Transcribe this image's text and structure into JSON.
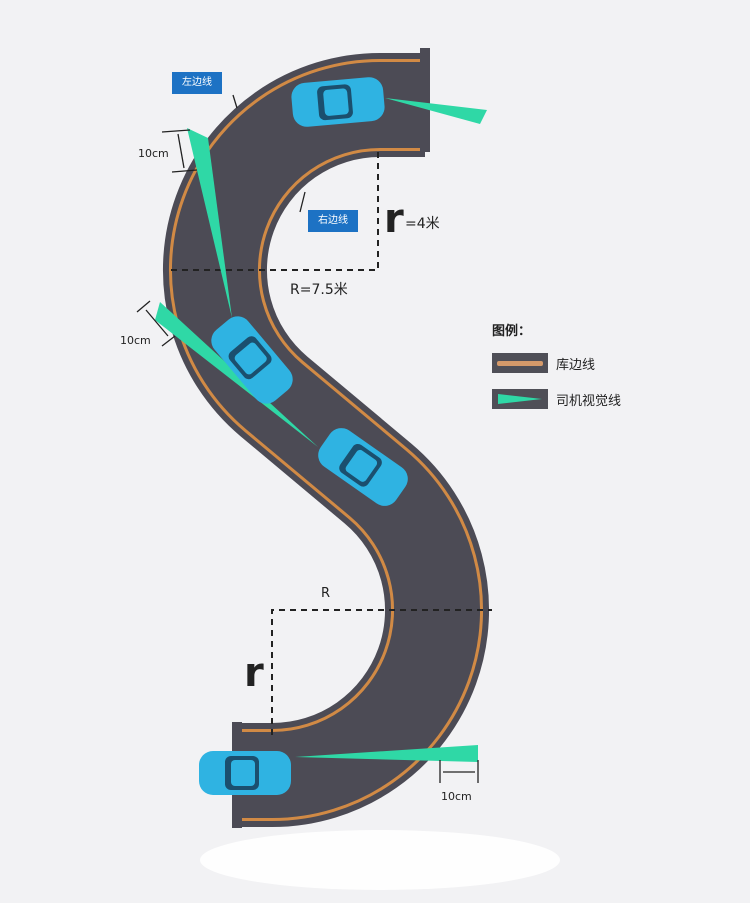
{
  "labels": {
    "left_edge": "左边线",
    "right_edge": "右边线",
    "small_r": "r",
    "small_r_value": "=4米",
    "big_r": "R=7.5米",
    "bottom_big_r": "R",
    "bottom_small_r": "r",
    "dim_top": "10cm",
    "dim_mid": "10cm",
    "dim_bottom": "10cm"
  },
  "legend": {
    "title": "图例：",
    "items": [
      {
        "label": "库边线",
        "icon": "edge-line-swatch"
      },
      {
        "label": "司机视觉线",
        "icon": "sight-line-swatch"
      }
    ]
  },
  "colors": {
    "road": "#4c4b55",
    "edge_line": "#d18a45",
    "car": "#2fb3e2",
    "sight": "#2fd8a6",
    "tag": "#1d72c4"
  }
}
